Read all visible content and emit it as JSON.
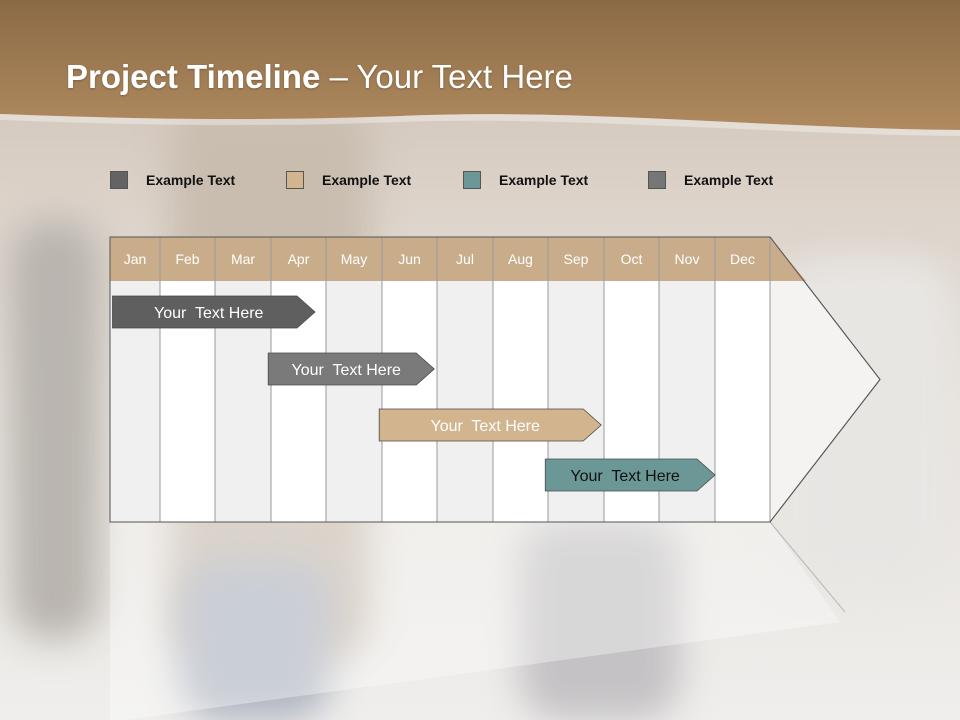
{
  "slide": {
    "title_bold": "Project Timeline",
    "title_rest": " – Your Text Here"
  },
  "colors": {
    "header_gold": "#a6835a",
    "month_header": "#c9ad8a",
    "gray_dark": "#5f5f5f",
    "gray_medium": "#7a7a7a",
    "tan": "#d2b48e",
    "teal": "#6c9797"
  },
  "legend": [
    {
      "label": "Example Text",
      "color": "#636363"
    },
    {
      "label": "Example Text",
      "color": "#d2b48e"
    },
    {
      "label": "Example Text",
      "color": "#6c9797"
    },
    {
      "label": "Example Text",
      "color": "#767676"
    }
  ],
  "timeline": {
    "months": [
      "Jan",
      "Feb",
      "Mar",
      "Apr",
      "May",
      "Jun",
      "Jul",
      "Aug",
      "Sep",
      "Oct",
      "Nov",
      "Dec"
    ],
    "tasks": [
      {
        "label": "Your  Text Here",
        "start_month": 1.05,
        "end_month": 4.8,
        "color": "#5f5f5f"
      },
      {
        "label": "Your  Text Here",
        "start_month": 3.95,
        "end_month": 6.95,
        "color": "#7a7a7a"
      },
      {
        "label": "Your  Text Here",
        "start_month": 5.95,
        "end_month": 9.95,
        "color": "#d2b48e"
      },
      {
        "label": "Your  Text Here",
        "start_month": 8.95,
        "end_month": 12.0,
        "color": "#6c9797"
      }
    ]
  }
}
